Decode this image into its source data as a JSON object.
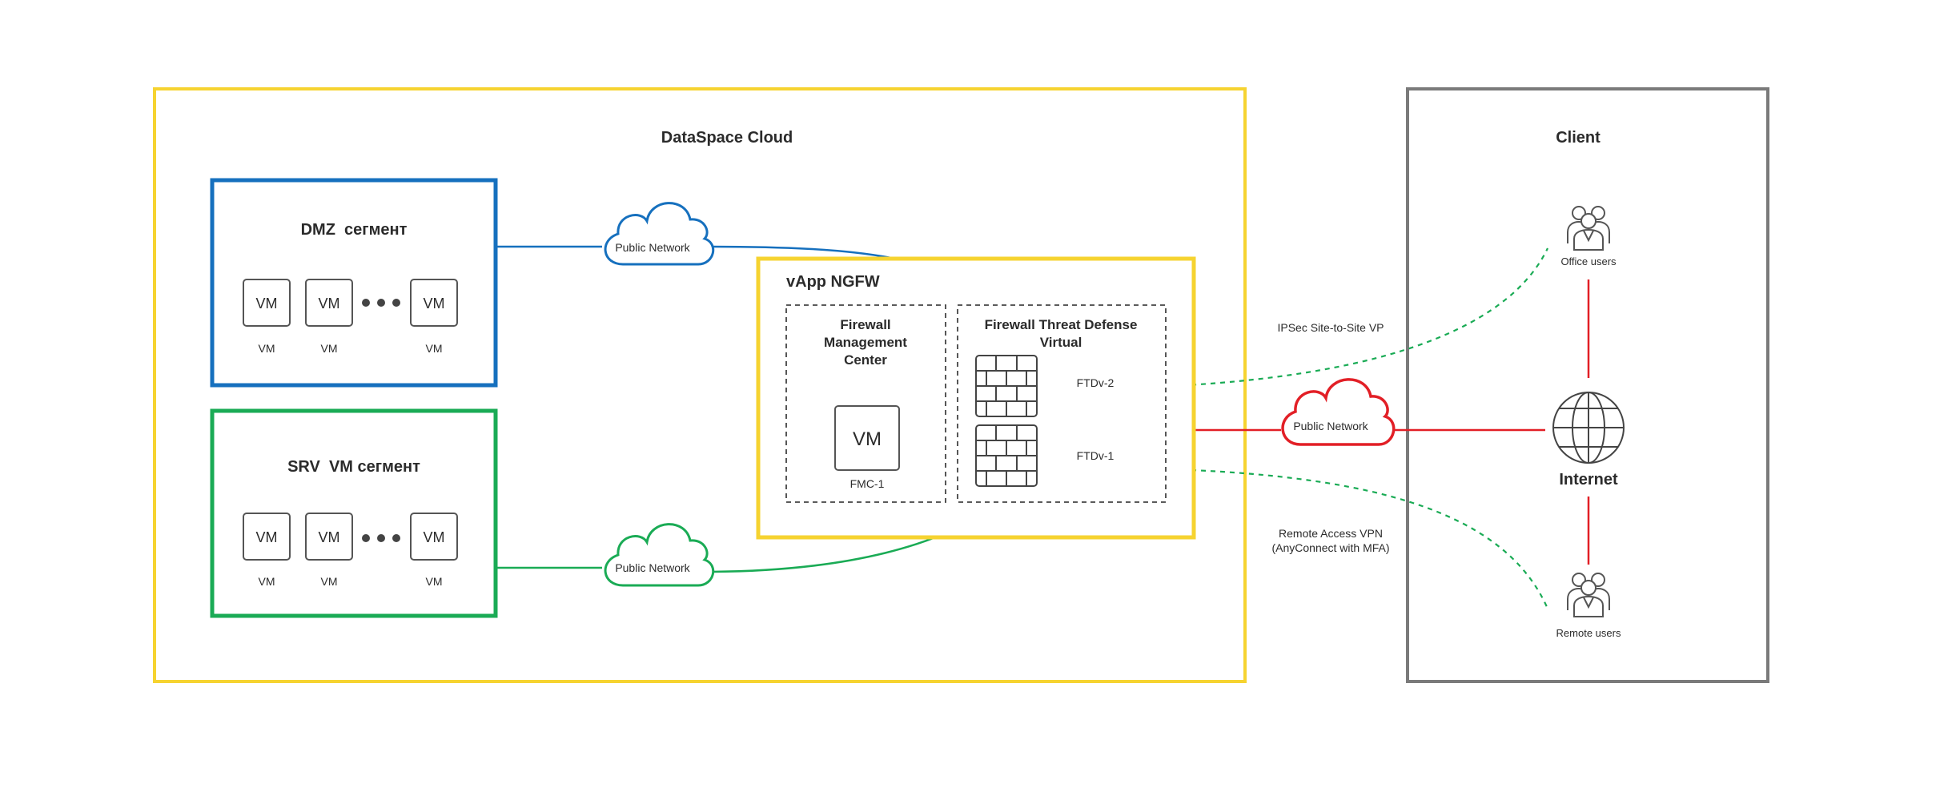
{
  "cloud_region": {
    "title": "DataSpace Cloud"
  },
  "client_region": {
    "title": "Client"
  },
  "dmz": {
    "title": "DMZ  сегмент",
    "vm_box_label": "VM",
    "vm_labels": [
      "VM",
      "VM",
      "VM"
    ]
  },
  "srv": {
    "title": "SRV  VM сегмент",
    "vm_box_label": "VM",
    "vm_labels": [
      "VM",
      "VM",
      "VM"
    ]
  },
  "clouds": {
    "top": "Public Network",
    "bottom": "Public Network",
    "right": "Public Network"
  },
  "vapp": {
    "title": "vApp NGFW",
    "fmc": {
      "title_lines": [
        "Firewall",
        "Management",
        "Center"
      ],
      "vm_label": "VM",
      "name": "FMC-1"
    },
    "ftd": {
      "title_lines": [
        "Firewall Threat Defense",
        "Virtual"
      ],
      "nodes": [
        "FTDv-2",
        "FTDv-1"
      ]
    }
  },
  "links": {
    "ipsec": "IPSec Site-to-Site VP",
    "remote_lines": [
      "Remote Access VPN",
      "(AnyConnect with MFA)"
    ]
  },
  "client": {
    "office_users": "Office users",
    "internet": "Internet",
    "remote_users": "Remote users"
  },
  "colors": {
    "yellow": "#f6d330",
    "blue": "#1670be",
    "green": "#1aab55",
    "red": "#e21f26",
    "gray": "#7a7a7a",
    "dashed_green": "#1aab55",
    "text": "#2b2b2b"
  }
}
